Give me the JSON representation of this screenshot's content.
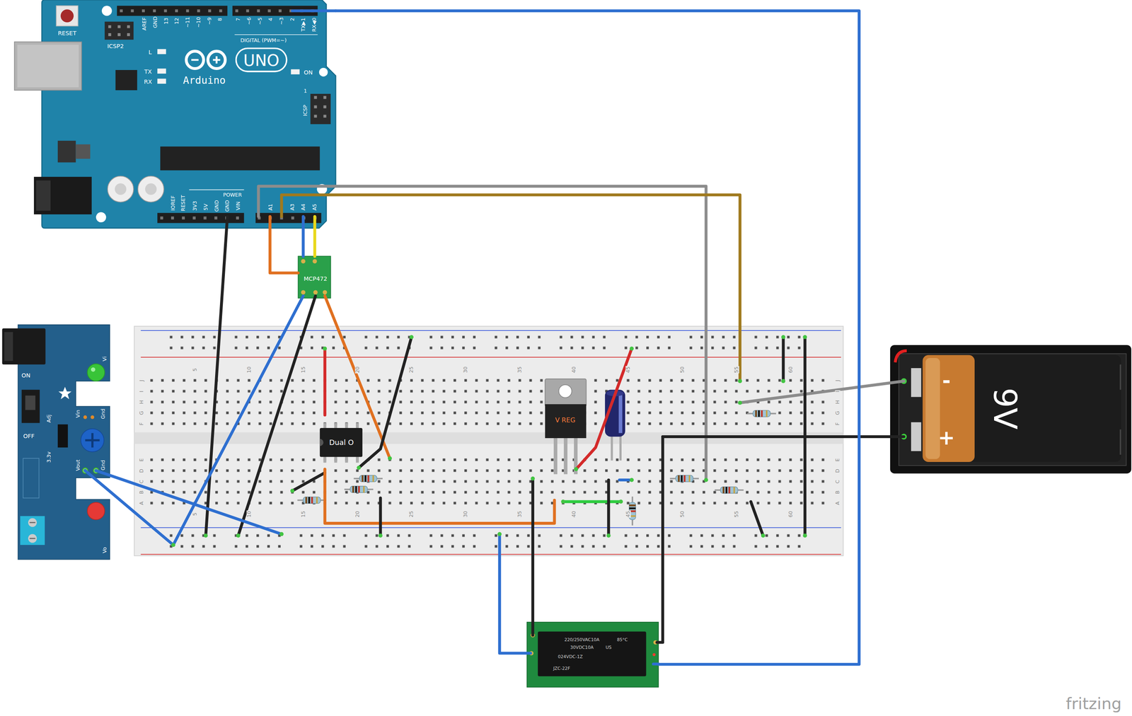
{
  "diagram": {
    "nodes": [
      {
        "text": [
          "RESET",
          "ICSP2",
          "AREF",
          "GND",
          "13",
          "12",
          "~11",
          "~10",
          "~9",
          "8",
          "7",
          "~6",
          "~5",
          "4",
          "~3",
          "2",
          "TX▶1",
          "RX◀0",
          "DIGITAL (PWM=~)",
          "L",
          "TX",
          "RX",
          "UNO",
          "Arduino",
          "ON",
          "ICSP",
          "1",
          "IOREF",
          "RESET",
          "3V3",
          "5V",
          "GND",
          "GND",
          "VIN",
          "POWER",
          "A1",
          "A3",
          "A4",
          "A5"
        ]
      },
      {
        "text": [
          "MCP472"
        ]
      },
      {
        "text": [
          "Vi",
          "ON",
          "Adj",
          "Vin",
          "Gnd",
          "OFF",
          "3.3v",
          "Vout",
          "Gnd",
          "Vo"
        ]
      },
      {
        "text": [
          "Dual O"
        ]
      },
      {
        "text": [
          "V REG"
        ]
      },
      {
        "text": [
          "-",
          "+",
          "9V"
        ]
      },
      {
        "text": [
          "85°C",
          "220/250VAC10A",
          "US",
          "30VDC10A",
          "024VDC-1Z",
          "JZC-22F"
        ]
      }
    ],
    "edges": [
      {
        "from": 0,
        "to": 1,
        "arrow": "none"
      },
      {
        "from": 0,
        "to": 1,
        "arrow": "none"
      },
      {
        "from": 0,
        "to": 1,
        "arrow": "none"
      },
      {
        "from": 0,
        "to": 6,
        "arrow": "none"
      }
    ],
    "labels": [
      "5",
      "10",
      "15",
      "20",
      "25",
      "30",
      "35",
      "40",
      "45",
      "50",
      "55",
      "60",
      "5",
      "10",
      "15",
      "20",
      "25",
      "30",
      "35",
      "40",
      "45",
      "50",
      "55",
      "60",
      "J",
      "I",
      "H",
      "G",
      "F",
      "E",
      "D",
      "C",
      "B",
      "A",
      "J",
      "I",
      "H",
      "G",
      "F",
      "E",
      "D",
      "C",
      "B",
      "A",
      "fritzing"
    ]
  }
}
